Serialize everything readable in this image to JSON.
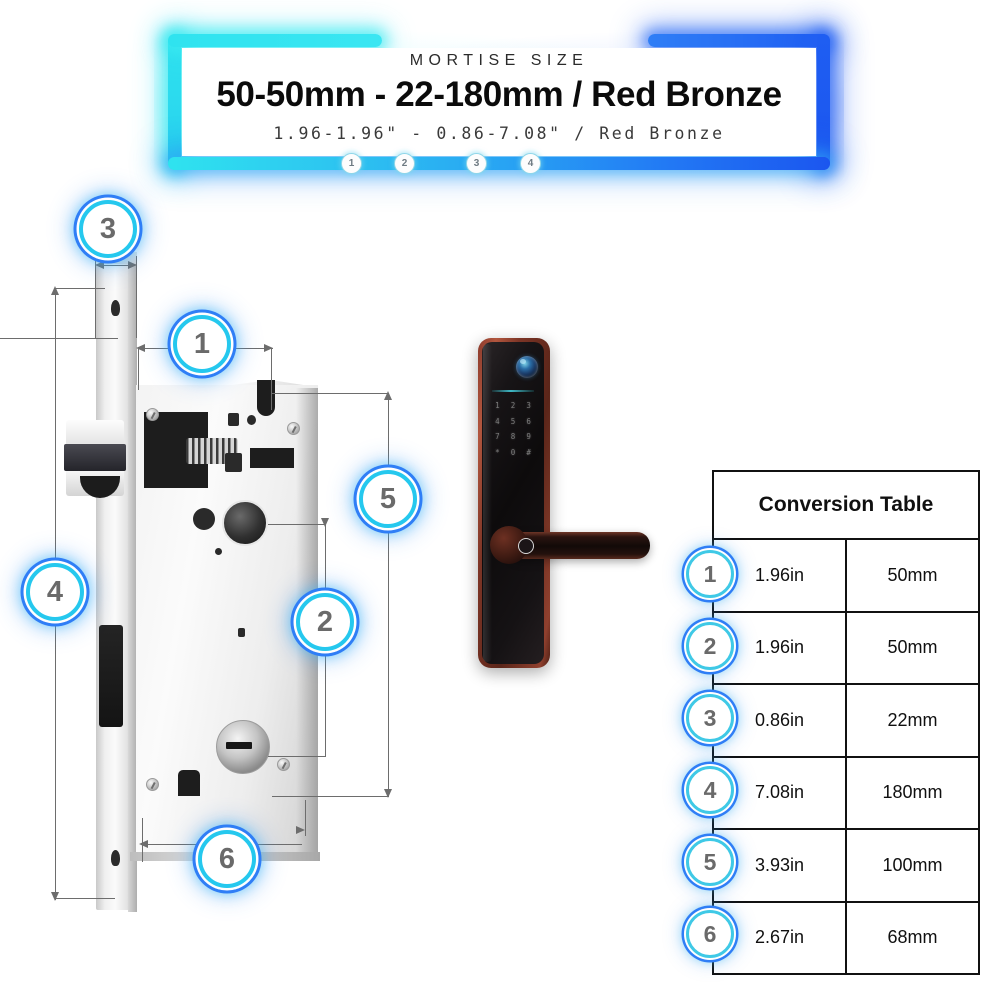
{
  "banner": {
    "eyebrow": "MORTISE SIZE",
    "headline": "50-50mm - 22-180mm / Red Bronze",
    "subhead": "1.96-1.96\" - 0.86-7.08\" / Red Bronze",
    "mini_badges": [
      "1",
      "2",
      "3",
      "4"
    ],
    "colors": {
      "cyan": "#2fe3ef",
      "blue": "#1b56ef",
      "accent_ring": "#25c8ee"
    }
  },
  "diagram": {
    "callouts": [
      {
        "id": "3",
        "label": "3"
      },
      {
        "id": "1",
        "label": "1"
      },
      {
        "id": "5",
        "label": "5"
      },
      {
        "id": "4",
        "label": "4"
      },
      {
        "id": "2",
        "label": "2"
      },
      {
        "id": "6",
        "label": "6"
      }
    ]
  },
  "smartlock": {
    "keypad": [
      "1",
      "2",
      "3",
      "4",
      "5",
      "6",
      "7",
      "8",
      "9",
      "*",
      "0",
      "#"
    ],
    "finish": "Red Bronze"
  },
  "table": {
    "title": "Conversion Table",
    "rows": [
      {
        "badge": "1",
        "inch": "1.96in",
        "mm": "50mm"
      },
      {
        "badge": "2",
        "inch": "1.96in",
        "mm": "50mm"
      },
      {
        "badge": "3",
        "inch": "0.86in",
        "mm": "22mm"
      },
      {
        "badge": "4",
        "inch": "7.08in",
        "mm": "180mm"
      },
      {
        "badge": "5",
        "inch": "3.93in",
        "mm": "100mm"
      },
      {
        "badge": "6",
        "inch": "2.67in",
        "mm": "68mm"
      }
    ]
  }
}
